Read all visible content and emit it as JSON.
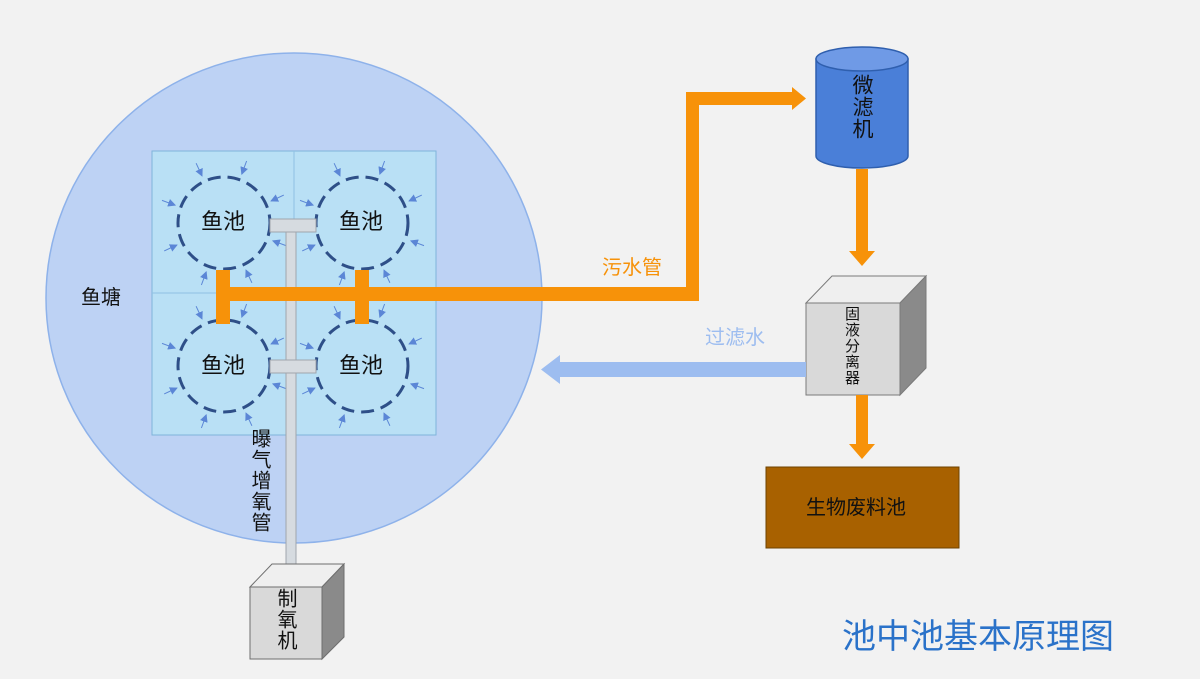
{
  "title": "池中池基本原理图",
  "pond_label": "鱼塘",
  "cells": [
    {
      "label": "鱼池"
    },
    {
      "label": "鱼池"
    },
    {
      "label": "鱼池"
    },
    {
      "label": "鱼池"
    }
  ],
  "sewage_pipe_label": "污水管",
  "filtered_water_label": "过滤水",
  "aeration_pipe_label": "曝气增氧管",
  "oxygen_machine_label": "制氧机",
  "microfilter_label": "微滤机",
  "separator_label": "固液分离器",
  "waste_pool_label": "生物废料池",
  "colors": {
    "background": "#f2f2f2",
    "pond": "#bdd2f4",
    "pond_stroke": "#8eb2ea",
    "tank_area": "#b9e0f5",
    "cell_ring": "#2e4f88",
    "flow_arrow": "#5b86d6",
    "sewage_pipe": "#f79209",
    "aeration_pipe": "#d6dbe0",
    "filtered_water": "#9dbdf0",
    "microfilter": "#4a7fd8",
    "separator": "#d9d9d9",
    "waste_pool": "#a86100",
    "title": "#2a72c9"
  }
}
